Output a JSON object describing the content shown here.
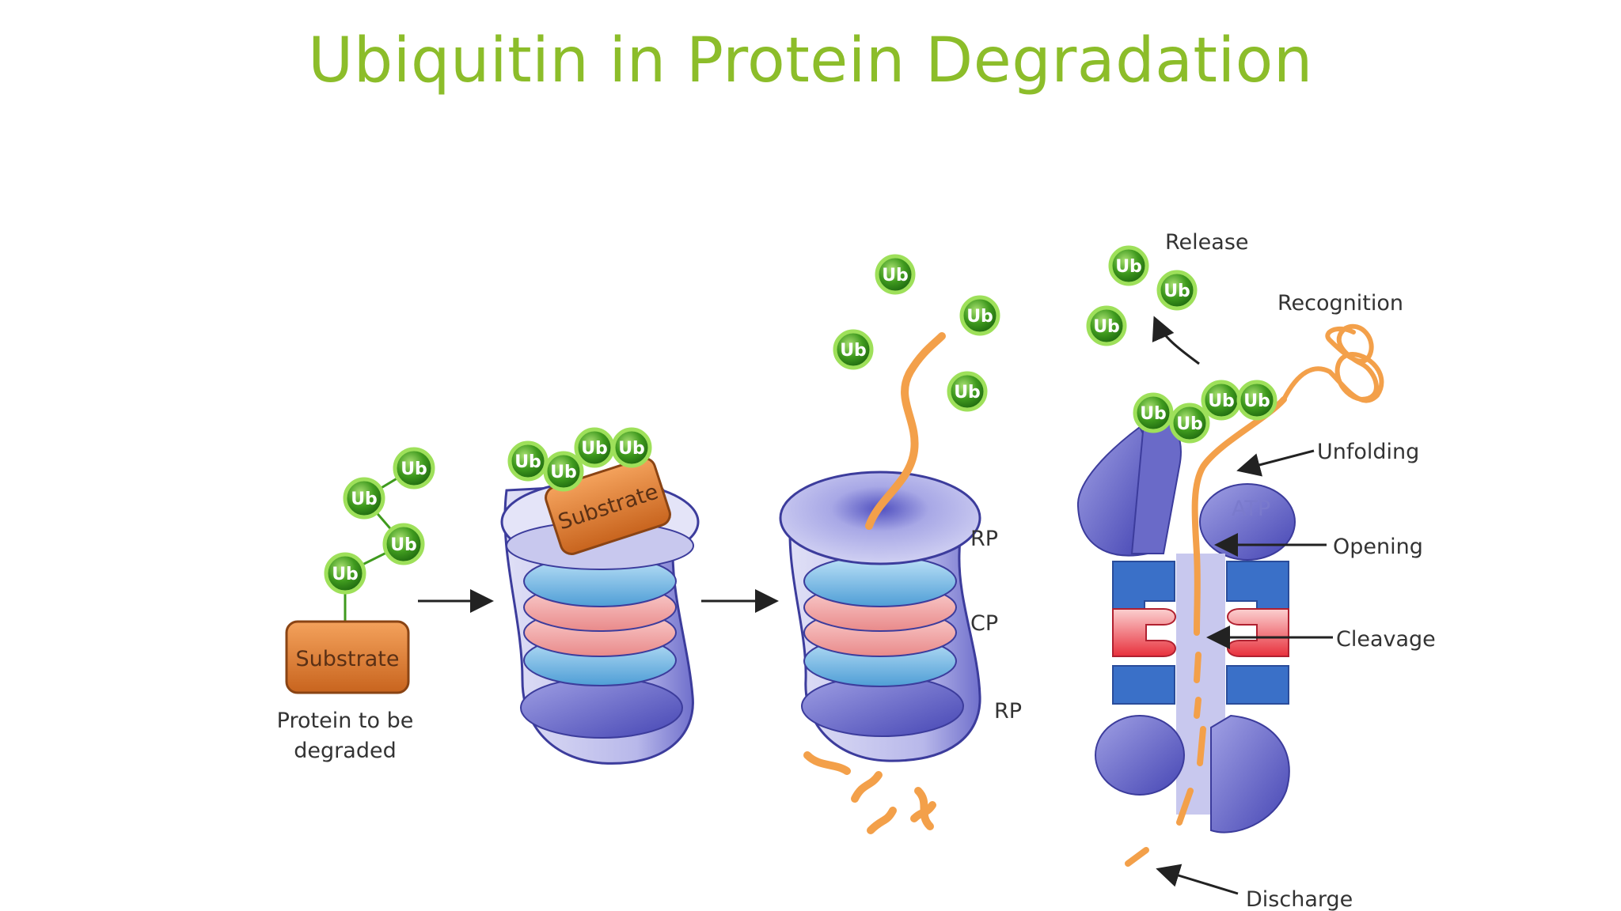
{
  "title": "Ubiquitin in Protein Degradation",
  "ub_label": "Ub",
  "stage1": {
    "substrate_label": "Substrate",
    "caption_line1": "Protein to be",
    "caption_line2": "degraded"
  },
  "stage2": {
    "substrate_label": "Substrate"
  },
  "stage3": {
    "label_rp_top": "RP",
    "label_cp": "CP",
    "label_rp_bottom": "RP"
  },
  "stage4": {
    "label_release": "Release",
    "label_recognition": "Recognition",
    "label_unfolding": "Unfolding",
    "label_atp": "ATP",
    "label_opening": "Opening",
    "label_cleavage": "Cleavage",
    "label_discharge": "Discharge"
  },
  "colors": {
    "title": "#8cbd2a",
    "ubiquitin": "#3f9a1e",
    "substrate": "#d97a2e",
    "proteasome_rp": "#8f8fd8",
    "proteasome_cp_blue": "#7fc0ea",
    "proteasome_cp_pink": "#f0a4a4",
    "peptide": "#f3a04a"
  }
}
